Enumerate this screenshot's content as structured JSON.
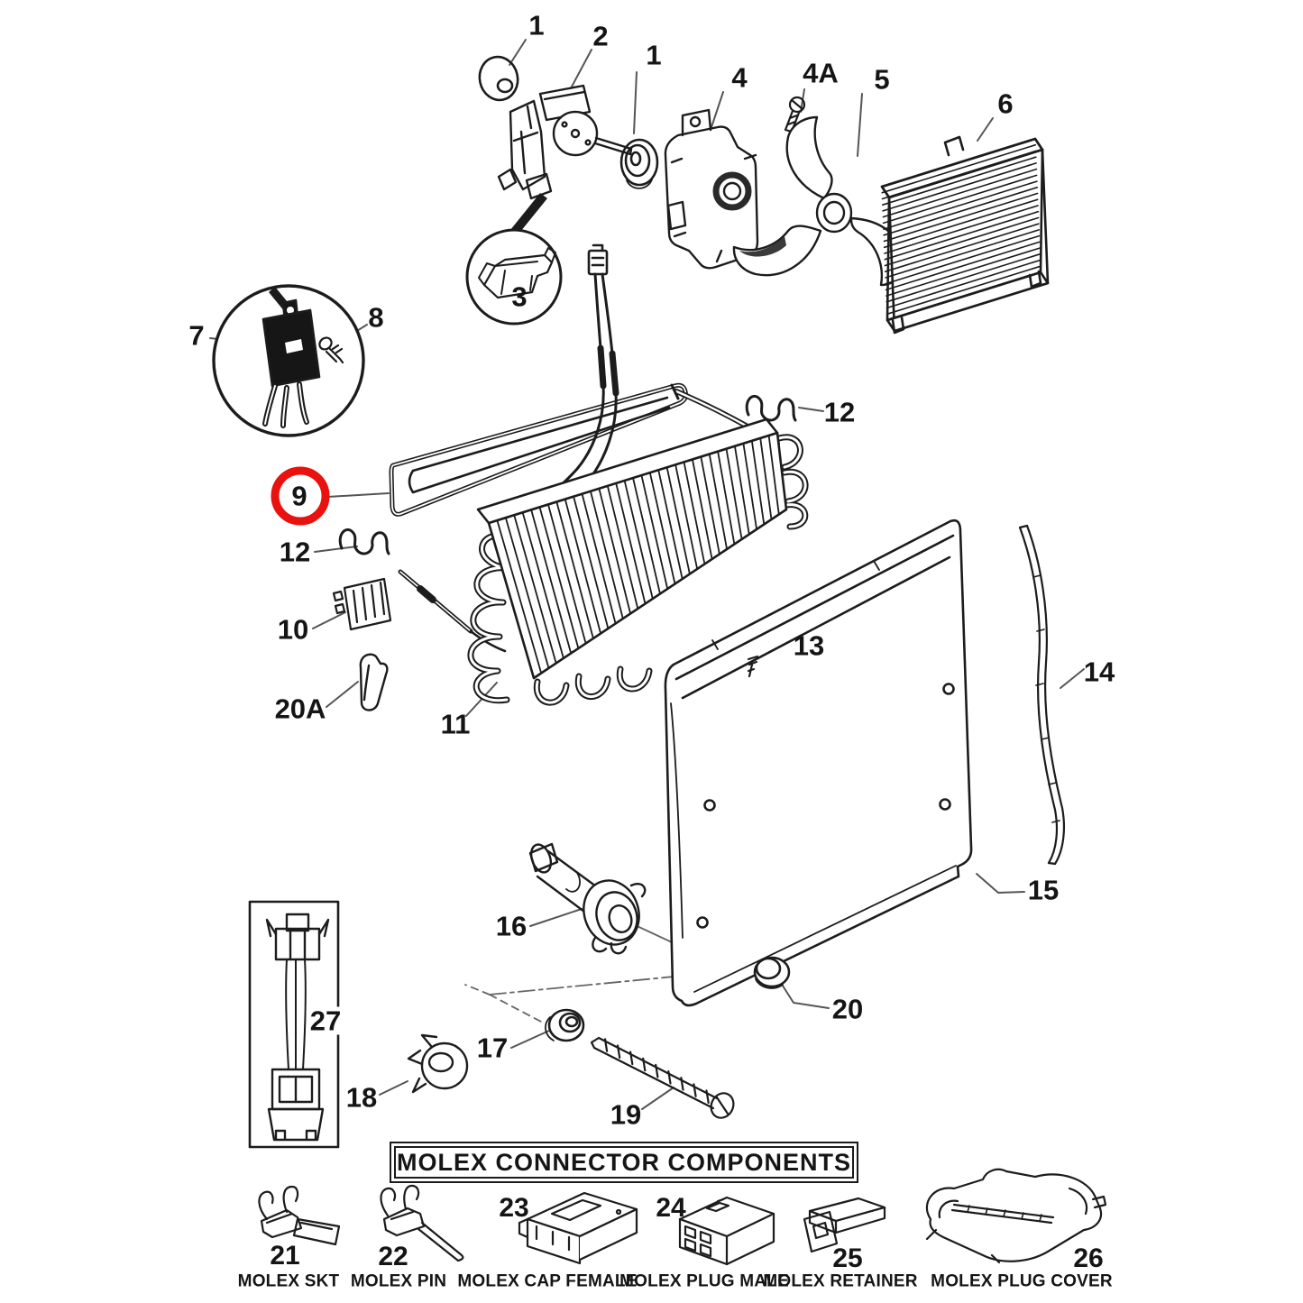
{
  "diagram": {
    "type": "exploded-parts-diagram",
    "highlighted_part": "9",
    "highlight_color": "#e9120e",
    "line_color": "#1c1c1c",
    "callouts": [
      {
        "label": "1"
      },
      {
        "label": "2"
      },
      {
        "label": "1"
      },
      {
        "label": "4"
      },
      {
        "label": "4A"
      },
      {
        "label": "5"
      },
      {
        "label": "6"
      },
      {
        "label": "3"
      },
      {
        "label": "7"
      },
      {
        "label": "8"
      },
      {
        "label": "9"
      },
      {
        "label": "12"
      },
      {
        "label": "12"
      },
      {
        "label": "10"
      },
      {
        "label": "20A"
      },
      {
        "label": "11"
      },
      {
        "label": "13"
      },
      {
        "label": "14"
      },
      {
        "label": "15"
      },
      {
        "label": "16"
      },
      {
        "label": "20"
      },
      {
        "label": "27"
      },
      {
        "label": "17"
      },
      {
        "label": "18"
      },
      {
        "label": "19"
      }
    ],
    "molex": {
      "title": "MOLEX CONNECTOR COMPONENTS",
      "items": [
        {
          "number": "21",
          "name": "MOLEX SKT"
        },
        {
          "number": "22",
          "name": "MOLEX PIN"
        },
        {
          "number": "23",
          "name": "MOLEX CAP FEMALE"
        },
        {
          "number": "24",
          "name": "MOLEX PLUG MALE"
        },
        {
          "number": "25",
          "name": "MOLEX RETAINER"
        },
        {
          "number": "26",
          "name": "MOLEX PLUG COVER"
        }
      ]
    }
  }
}
